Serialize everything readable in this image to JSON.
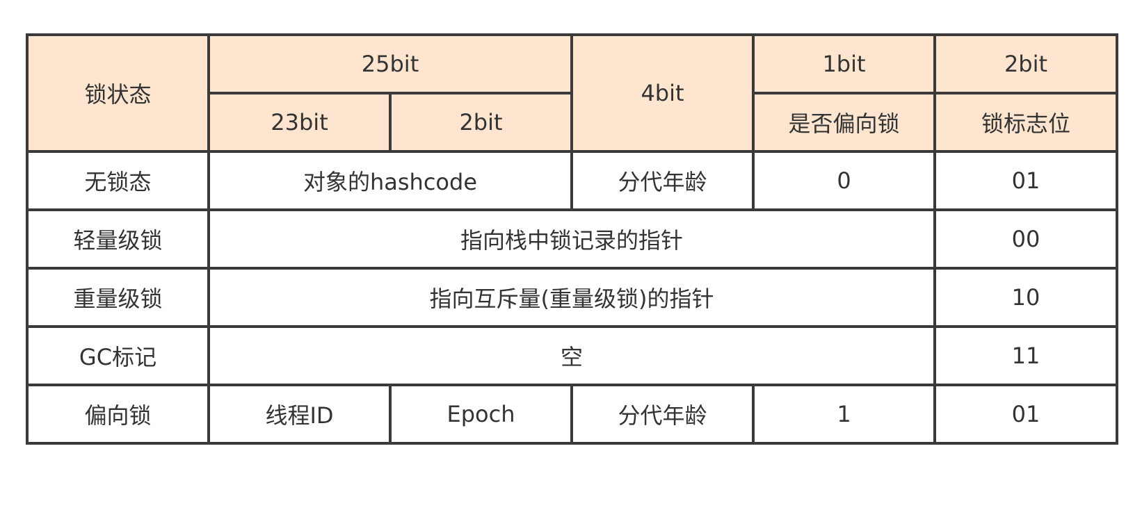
{
  "header": {
    "lock_state": "锁状态",
    "bits_25": "25bit",
    "bits_4": "4bit",
    "bits_1": "1bit",
    "bits_2": "2bit",
    "bits_23": "23bit",
    "bits_2_sub": "2bit",
    "is_biased": "是否偏向锁",
    "lock_flag": "锁标志位"
  },
  "rows": {
    "unlocked": {
      "state": "无锁态",
      "hashcode": "对象的hashcode",
      "age": "分代年龄",
      "biased": "0",
      "flag": "01"
    },
    "lightweight": {
      "state": "轻量级锁",
      "content": "指向栈中锁记录的指针",
      "flag": "00"
    },
    "heavyweight": {
      "state": "重量级锁",
      "content": "指向互斥量(重量级锁)的指针",
      "flag": "10"
    },
    "gc": {
      "state": "GC标记",
      "content": "空",
      "flag": "11"
    },
    "biased": {
      "state": "偏向锁",
      "thread_id": "线程ID",
      "epoch": "Epoch",
      "age": "分代年龄",
      "biased": "1",
      "flag": "01"
    }
  }
}
